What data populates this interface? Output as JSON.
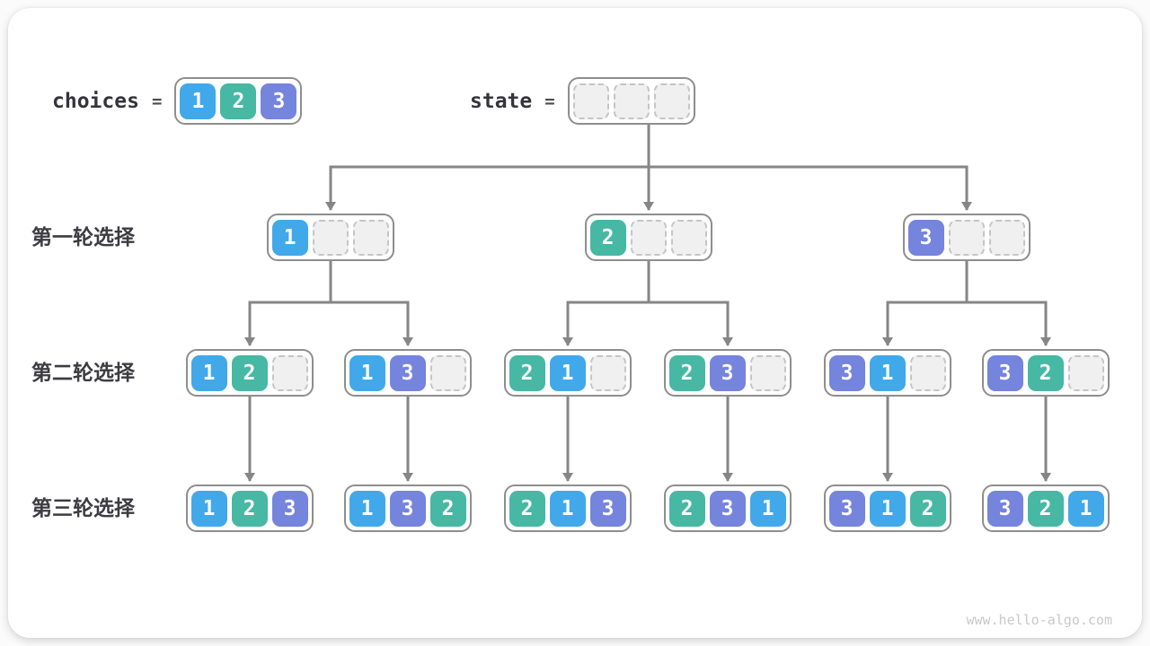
{
  "header": {
    "choices": {
      "label": "choices",
      "eq": "=",
      "cells": [
        "1",
        "2",
        "3"
      ]
    },
    "state": {
      "label": "state",
      "eq": "=",
      "cells": [
        "",
        "",
        ""
      ]
    }
  },
  "rounds": [
    {
      "label": "第一轮选择",
      "nodes": [
        [
          "1",
          "",
          ""
        ],
        [
          "2",
          "",
          ""
        ],
        [
          "3",
          "",
          ""
        ]
      ]
    },
    {
      "label": "第二轮选择",
      "nodes": [
        [
          "1",
          "2",
          ""
        ],
        [
          "1",
          "3",
          ""
        ],
        [
          "2",
          "1",
          ""
        ],
        [
          "2",
          "3",
          ""
        ],
        [
          "3",
          "1",
          ""
        ],
        [
          "3",
          "2",
          ""
        ]
      ]
    },
    {
      "label": "第三轮选择",
      "nodes": [
        [
          "1",
          "2",
          "3"
        ],
        [
          "1",
          "3",
          "2"
        ],
        [
          "2",
          "1",
          "3"
        ],
        [
          "2",
          "3",
          "1"
        ],
        [
          "3",
          "1",
          "2"
        ],
        [
          "3",
          "2",
          "1"
        ]
      ]
    }
  ],
  "colors": {
    "1": "#41a8ea",
    "2": "#46b8a4",
    "3": "#7584dc",
    "line": "#868686"
  },
  "watermark": "www.hello-algo.com"
}
